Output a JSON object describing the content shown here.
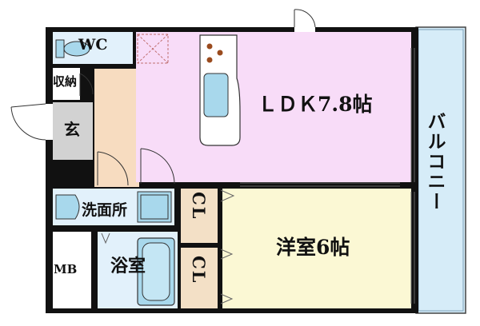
{
  "rooms": {
    "wc": "WC",
    "storage": "収納",
    "entrance": "玄",
    "ldk": "ＬＤＫ7.8帖",
    "balcony": "バルコニー",
    "washroom": "洗面所",
    "closet_top": "CL",
    "closet_bottom": "CL",
    "western_room": "洋室6帖",
    "mb": "MB",
    "bathroom": "浴室"
  },
  "colors": {
    "wall": "#111111",
    "ldk": "#f8dcf8",
    "balcony": "#d6ecf8",
    "wet_area": "#e2f1fb",
    "fixture": "#a8d8ec",
    "entrance": "#d2d2d2",
    "hall": "#f7dcc0",
    "closet": "#f3e0c6",
    "western_room": "#fbf8d4",
    "white": "#ffffff"
  }
}
